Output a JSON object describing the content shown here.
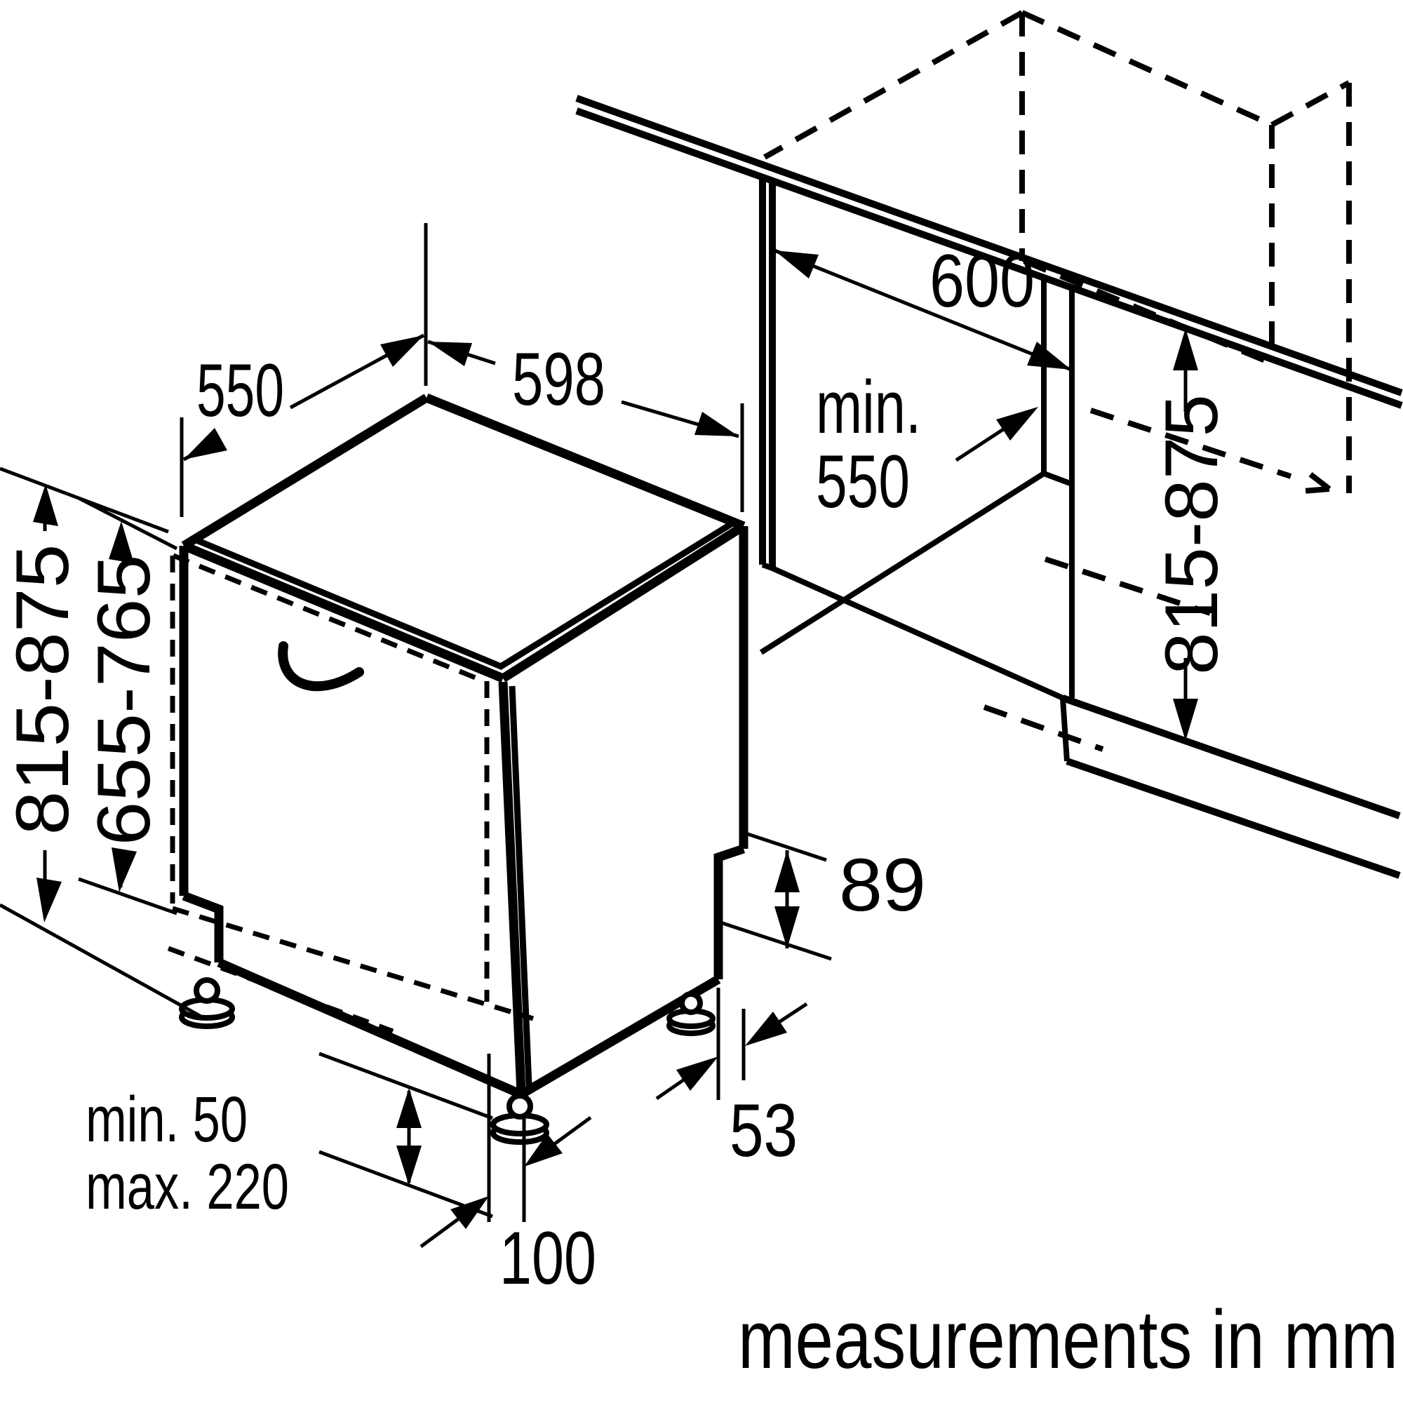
{
  "diagram": {
    "type": "appliance-installation-drawing",
    "subject": "built-in dishwasher niche dimensions",
    "caption": "measurements in mm",
    "colors": {
      "line": "#000000",
      "background": "#ffffff"
    },
    "dimensions": {
      "appliance_depth": "550",
      "appliance_width": "598",
      "appliance_height": "815-875",
      "door_panel_height": "655-765",
      "worktop_depth": "600",
      "niche_depth_prefix": "min.",
      "niche_depth_value": "550",
      "niche_height": "815-875",
      "rear_step_height": "89",
      "rear_foot_offset": "53",
      "front_foot_offset": "100",
      "plinth_min": "min. 50",
      "plinth_max": "max. 220"
    }
  }
}
